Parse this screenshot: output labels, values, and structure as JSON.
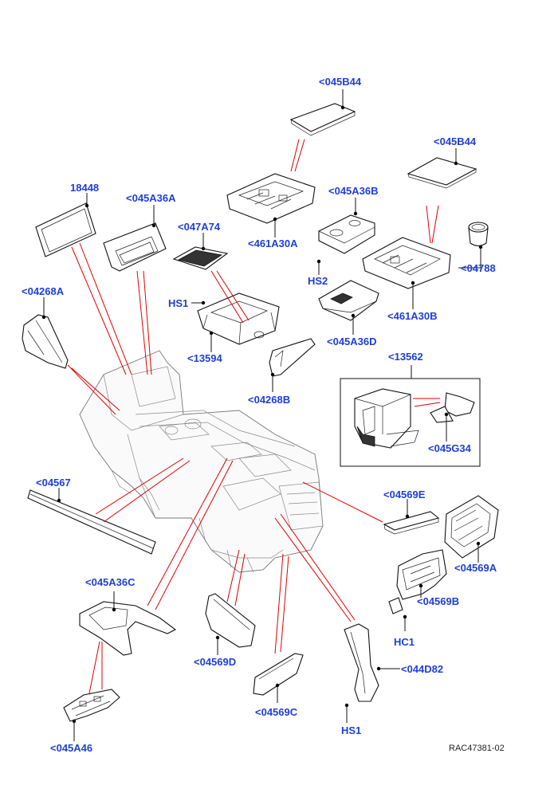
{
  "diagram": {
    "reference": "RAC47381-02",
    "callouts": [
      {
        "id": "c1",
        "text": "<045B44"
      },
      {
        "id": "c2",
        "text": "<045B44"
      },
      {
        "id": "c3",
        "text": "18448"
      },
      {
        "id": "c4",
        "text": "<045A36A"
      },
      {
        "id": "c5",
        "text": "<045A36B"
      },
      {
        "id": "c6",
        "text": "<047A74"
      },
      {
        "id": "c7",
        "text": "<461A30A"
      },
      {
        "id": "c8",
        "text": "<04788"
      },
      {
        "id": "c9",
        "text": "<04268A"
      },
      {
        "id": "c10",
        "text": "HS2"
      },
      {
        "id": "c11",
        "text": "HS1"
      },
      {
        "id": "c12",
        "text": "<461A30B"
      },
      {
        "id": "c13",
        "text": "<045A36D"
      },
      {
        "id": "c14",
        "text": "<13594"
      },
      {
        "id": "c15",
        "text": "<13562"
      },
      {
        "id": "c16",
        "text": "<04268B"
      },
      {
        "id": "c17",
        "text": "<045G34"
      },
      {
        "id": "c18",
        "text": "<04567"
      },
      {
        "id": "c19",
        "text": "<04569E"
      },
      {
        "id": "c20",
        "text": "<04569A"
      },
      {
        "id": "c21",
        "text": "<045A36C"
      },
      {
        "id": "c22",
        "text": "<04569B"
      },
      {
        "id": "c23",
        "text": "HC1"
      },
      {
        "id": "c24",
        "text": "<04569D"
      },
      {
        "id": "c25",
        "text": "<044D82"
      },
      {
        "id": "c26",
        "text": "<04569C"
      },
      {
        "id": "c27",
        "text": "HS1"
      },
      {
        "id": "c28",
        "text": "<045A46"
      }
    ]
  }
}
